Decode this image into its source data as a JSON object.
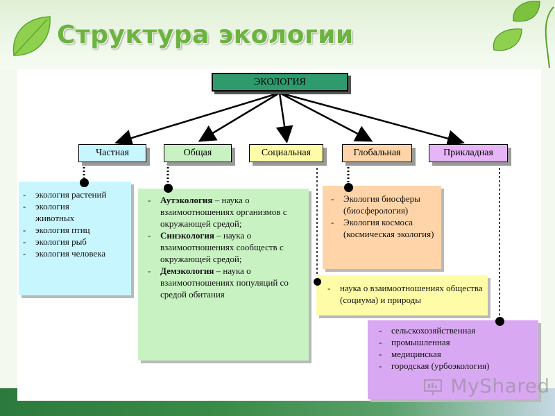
{
  "title": "Структура экологии",
  "root": {
    "label": "ЭКОЛОГИЯ",
    "color": "#2e9a6e"
  },
  "categories": [
    {
      "label": "Частная",
      "color": "#c8f6ff"
    },
    {
      "label": "Общая",
      "color": "#c8f2c2"
    },
    {
      "label": "Социальная",
      "color": "#fffca8"
    },
    {
      "label": "Глобальная",
      "color": "#ffd4a8"
    },
    {
      "label": "Прикладная",
      "color": "#e8b4f8"
    }
  ],
  "chastnaya": {
    "items": [
      "экология растений",
      "экология животных",
      "экология птиц",
      "экология рыб",
      "экология человека"
    ]
  },
  "obshchaya": {
    "items": [
      {
        "term": "Аутэкология",
        "text": " – наука о взаимоотношениях организмов с окружающей средой;"
      },
      {
        "term": "Синэкология",
        "text": " – наука о взаимоотношениях сообществ с окружающей средой;"
      },
      {
        "term": "Демэкология",
        "text": " – наука о взаимоотношениях популяций со средой обитания"
      }
    ]
  },
  "globalnaya": {
    "items": [
      "Экология биосферы (биосферология)",
      "Экология космоса (космическая экология)"
    ]
  },
  "socialnaya": {
    "items": [
      "наука о взаимоотношениях общества (социума) и природы"
    ]
  },
  "prikladnaya": {
    "items": [
      "сельскохозяйственная",
      "промышленная",
      "медицинская",
      "городская (урбоэкология)"
    ]
  },
  "watermark": "MyShared"
}
